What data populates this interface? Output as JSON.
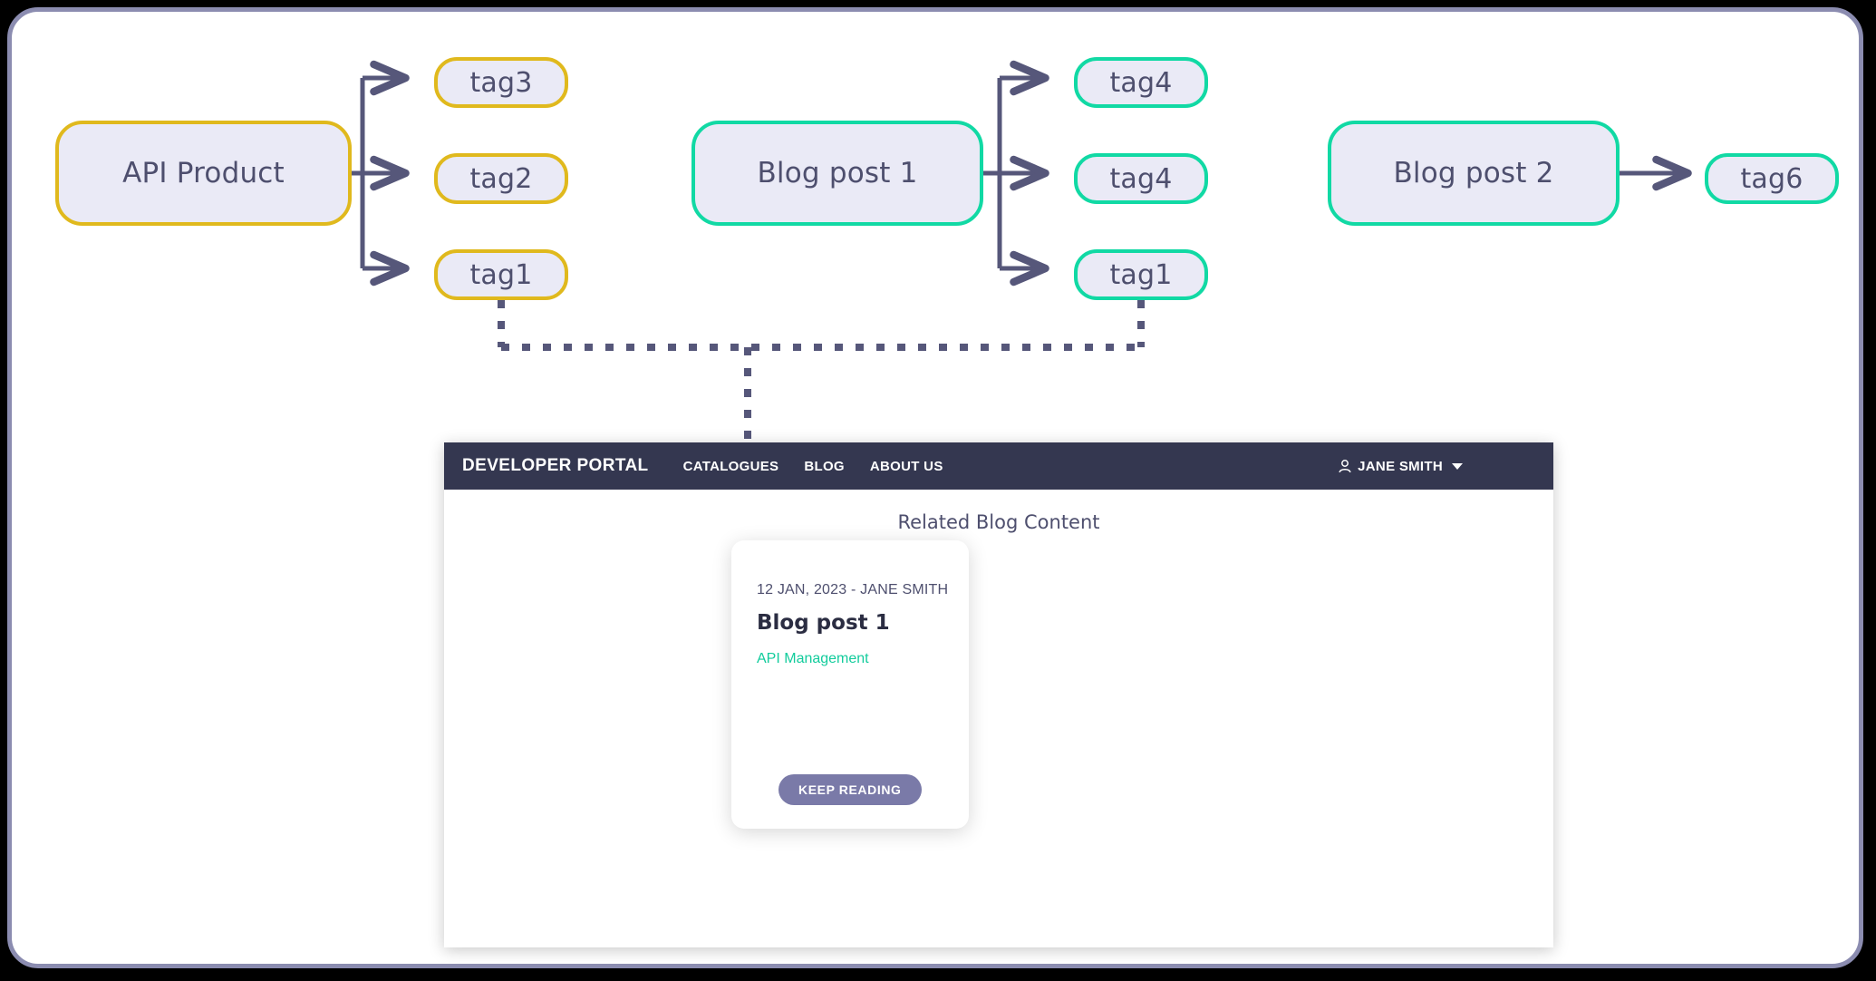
{
  "diagram": {
    "groups": [
      {
        "source": {
          "label": "API Product",
          "color": "#e0b91d",
          "kind": "api-product"
        },
        "targets": [
          {
            "label": "tag3",
            "color": "#e0b91d"
          },
          {
            "label": "tag2",
            "color": "#e0b91d"
          },
          {
            "label": "tag1",
            "color": "#e0b91d"
          }
        ]
      },
      {
        "source": {
          "label": "Blog post 1",
          "color": "#11d9a4",
          "kind": "blog-post"
        },
        "targets": [
          {
            "label": "tag4",
            "color": "#11d9a4"
          },
          {
            "label": "tag4",
            "color": "#11d9a4"
          },
          {
            "label": "tag1",
            "color": "#11d9a4"
          }
        ]
      },
      {
        "source": {
          "label": "Blog post 2",
          "color": "#11d9a4",
          "kind": "blog-post"
        },
        "targets": [
          {
            "label": "tag6",
            "color": "#11d9a4"
          }
        ]
      }
    ],
    "connector_note": "dashed link from tag1 (API Product) and tag1 (Blog post 1) down into the Related Blog Content card"
  },
  "portal": {
    "brand": "DEVELOPER PORTAL",
    "nav_links": [
      "CATALOGUES",
      "BLOG",
      "ABOUT US"
    ],
    "user": {
      "name": "JANE SMITH",
      "icon": "person-icon",
      "caret": "chevron-down-icon"
    },
    "related": {
      "heading": "Related Blog Content",
      "card": {
        "meta": "12 JAN, 2023 - JANE SMITH",
        "title": "Blog post 1",
        "tag": "API Management",
        "button": "KEEP READING"
      }
    }
  },
  "colors": {
    "gold": "#e0b91d",
    "teal": "#11d9a4",
    "node_fill": "#eaeaf6",
    "ink": "#4e4f6e",
    "navbar": "#343750",
    "button": "#7a7aa8",
    "frame_border": "#8b8cb0"
  }
}
